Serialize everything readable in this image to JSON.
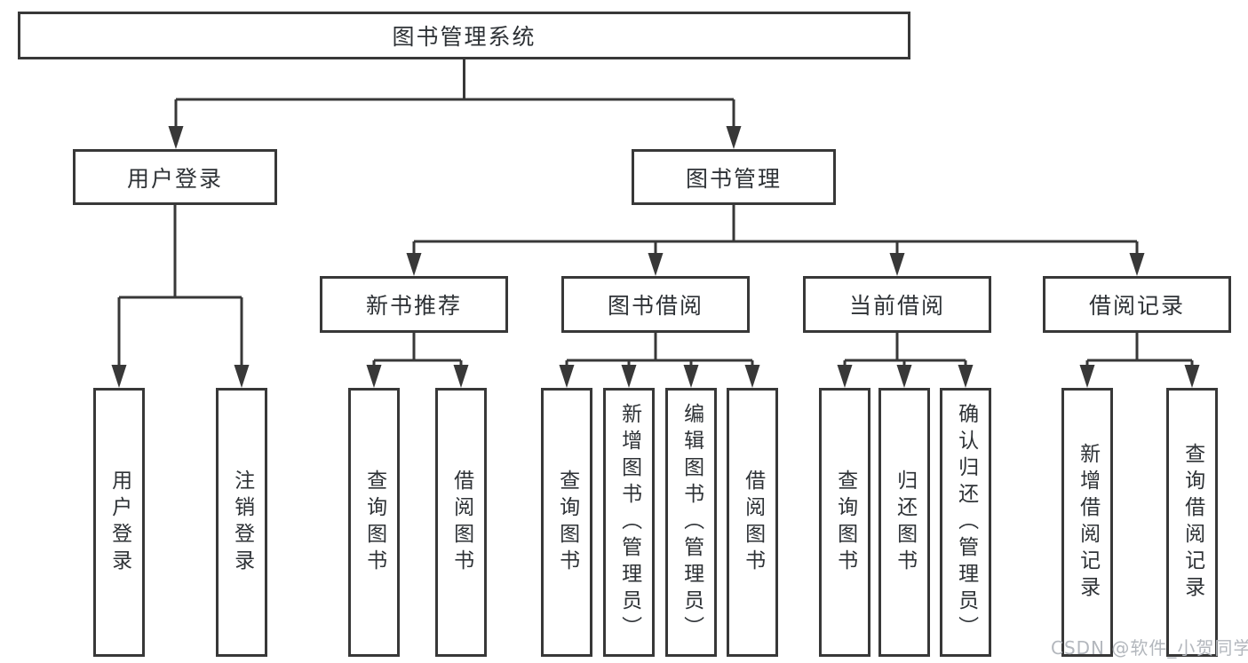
{
  "diagram": {
    "root": {
      "label": "图书管理系统"
    },
    "branches": [
      {
        "label": "用户登录",
        "children": [
          {
            "label": "用户登录"
          },
          {
            "label": "注销登录"
          }
        ]
      },
      {
        "label": "图书管理",
        "sections": [
          {
            "label": "新书推荐",
            "children": [
              {
                "label": "查询图书"
              },
              {
                "label": "借阅图书"
              }
            ]
          },
          {
            "label": "图书借阅",
            "children": [
              {
                "label": "查询图书"
              },
              {
                "label": "新增图书（管理员）"
              },
              {
                "label": "编辑图书（管理员）"
              },
              {
                "label": "借阅图书"
              }
            ]
          },
          {
            "label": "当前借阅",
            "children": [
              {
                "label": "查询图书"
              },
              {
                "label": "归还图书"
              },
              {
                "label": "确认归还（管理员）"
              }
            ]
          },
          {
            "label": "借阅记录",
            "children": [
              {
                "label": "新增借阅记录"
              },
              {
                "label": "查询借阅记录"
              }
            ]
          }
        ]
      }
    ]
  },
  "watermark": {
    "text": "CSDN @软件_小贺同学"
  },
  "colors": {
    "line": "#383838",
    "box_border": "#383838",
    "text": "#2e3236",
    "watermark_text": "#b3b7bd",
    "background": "#ffffff"
  }
}
